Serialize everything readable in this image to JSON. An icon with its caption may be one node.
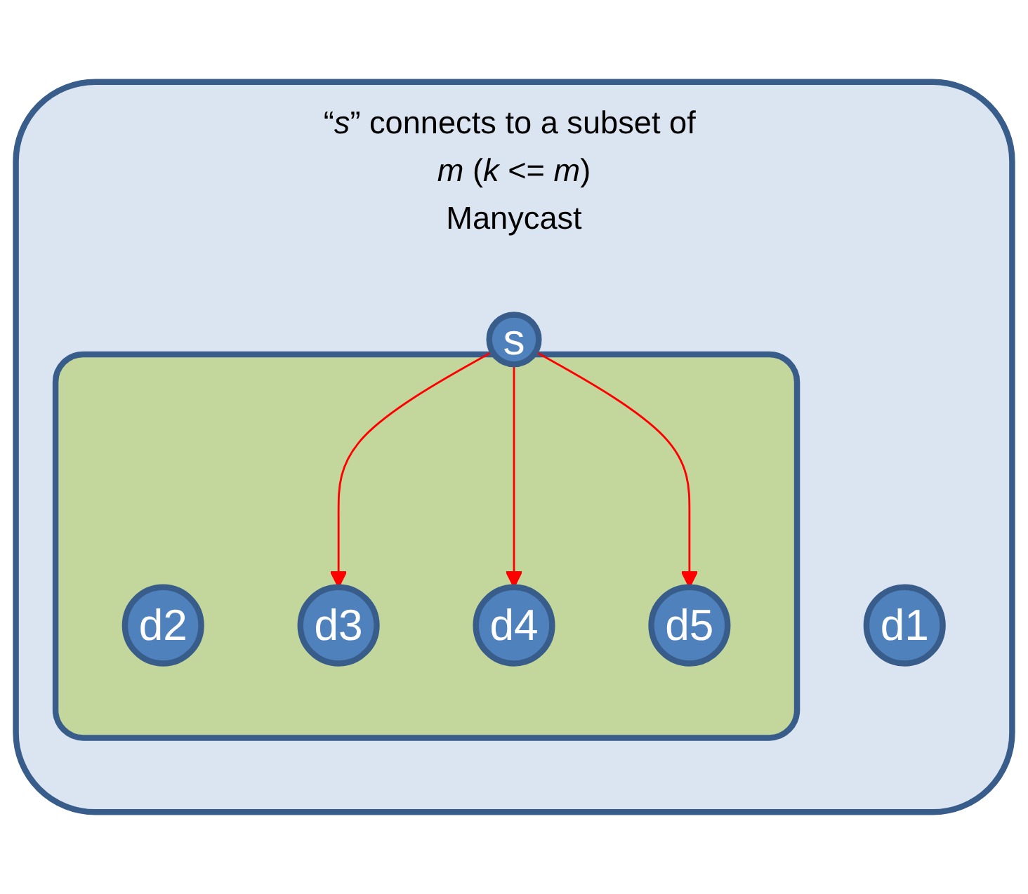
{
  "diagram": {
    "nodes": [
      {
        "text": [
          "“*s*” connects to a subset of *m* (*k* <= *m*)",
          "Manycast"
        ]
      },
      {
        "text": [],
        "shape": "box",
        "in": 0
      },
      {
        "text": [
          "s"
        ],
        "in": 0
      },
      {
        "text": [
          "d1"
        ],
        "in": 0
      },
      {
        "text": [
          "d2"
        ],
        "in": 1
      },
      {
        "text": [
          "d3"
        ],
        "in": 1
      },
      {
        "text": [
          "d4"
        ],
        "in": 1
      },
      {
        "text": [
          "d5"
        ],
        "in": 1
      }
    ],
    "edges": [
      {
        "from": 2,
        "to": 5,
        "arrow": "to",
        "color": "#ff0000"
      },
      {
        "from": 2,
        "to": 6,
        "arrow": "to",
        "color": "#ff0000"
      },
      {
        "from": 2,
        "to": 7,
        "arrow": "to",
        "color": "#ff0000"
      }
    ]
  }
}
